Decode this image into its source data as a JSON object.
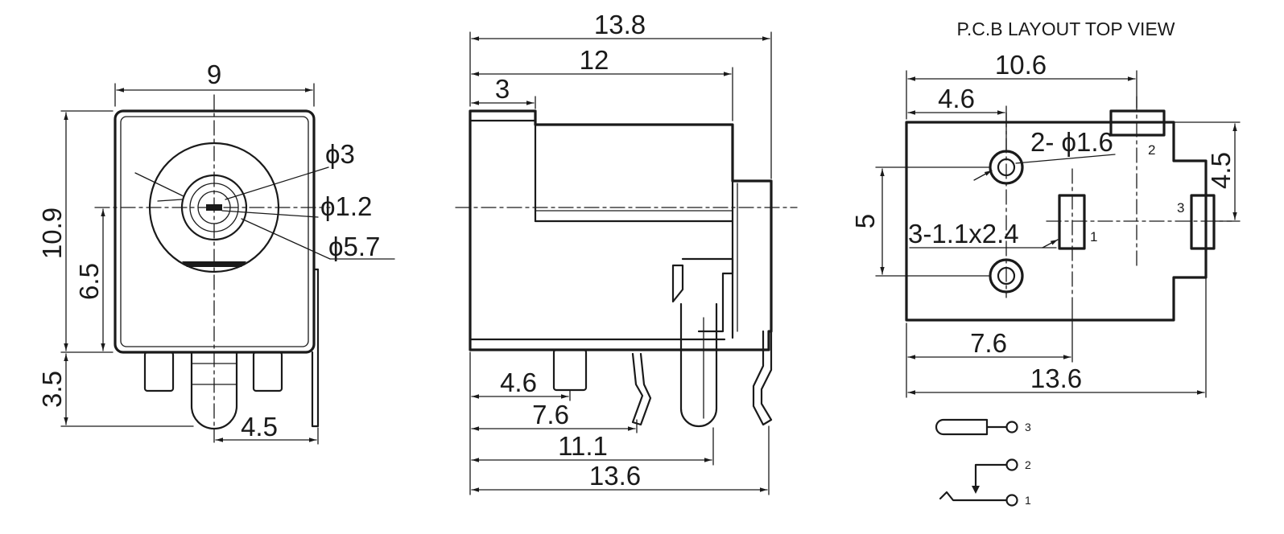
{
  "front_view": {
    "width": "9",
    "height": "10.9",
    "center_height": "6.5",
    "pin_length": "3.5",
    "pin_offset": "4.5",
    "dia_outer": "ϕ3",
    "dia_pin": "ϕ1.2",
    "dia_bore": "ϕ5.7"
  },
  "side_view": {
    "overall_length": "13.8",
    "body_length": "12",
    "flange": "3",
    "pin_a": "4.6",
    "pin_b": "7.6",
    "pin_c": "11.1",
    "base_length": "13.6"
  },
  "pcb_layout": {
    "title": "P.C.B LAYOUT TOP VIEW",
    "width": "10.6",
    "hole_offset": "4.6",
    "holes": "2- ϕ1.6",
    "hole_spacing": "5",
    "slots": "3-1.1x2.4",
    "slot_offset": "7.6",
    "length": "13.6",
    "pin3_offset": "4.5",
    "pin1_label": "1",
    "pin2_label": "2",
    "pin3_label": "3"
  },
  "schematic": {
    "pin1": "1",
    "pin2": "2",
    "pin3": "3"
  }
}
